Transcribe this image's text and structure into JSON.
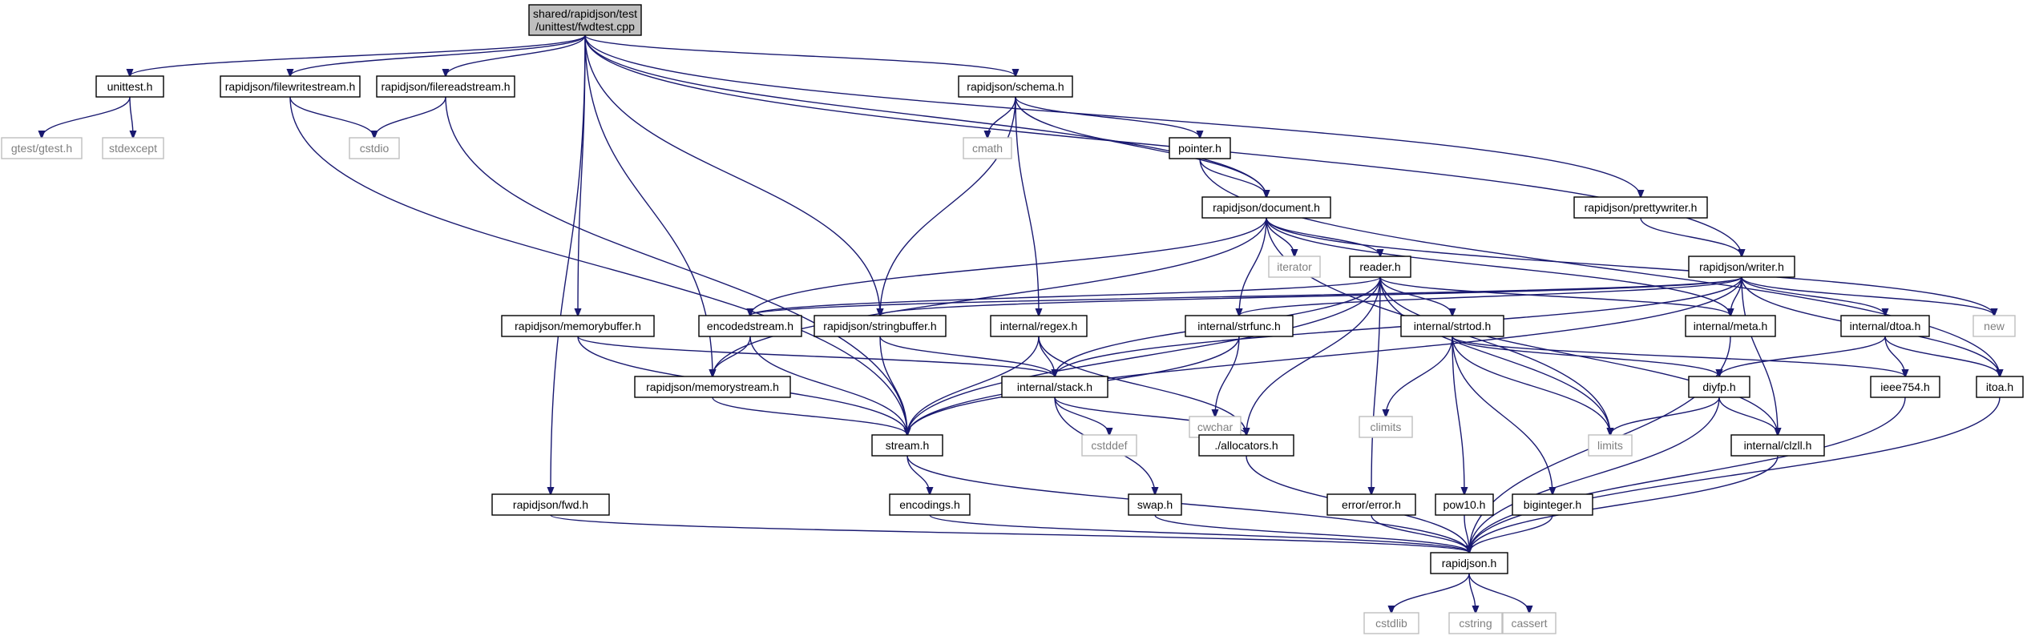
{
  "colors": {
    "edge": "#191970",
    "root_fill": "#bfbfbf",
    "system_stroke": "#bfbfbf",
    "system_text": "#7f7f7f"
  },
  "nodes": {
    "root": [
      "shared/rapidjson/test",
      "/unittest/fwdtest.cpp"
    ],
    "unittest_h": "unittest.h",
    "gtest_h": "gtest/gtest.h",
    "stdexcept": "stdexcept",
    "filewritestream_h": "rapidjson/filewritestream.h",
    "filereadstream_h": "rapidjson/filereadstream.h",
    "cstdio": "cstdio",
    "schema_h": "rapidjson/schema.h",
    "cmath": "cmath",
    "pointer_h": "pointer.h",
    "document_h": "rapidjson/document.h",
    "prettywriter_h": "rapidjson/prettywriter.h",
    "writer_h": "rapidjson/writer.h",
    "iterator": "iterator",
    "reader_h": "reader.h",
    "new": "new",
    "memorybuffer_h": "rapidjson/memorybuffer.h",
    "encodedstream_h": "encodedstream.h",
    "stringbuffer_h": "rapidjson/stringbuffer.h",
    "regex_h": "internal/regex.h",
    "strfunc_h": "internal/strfunc.h",
    "strtod_h": "internal/strtod.h",
    "meta_h": "internal/meta.h",
    "dtoa_h": "internal/dtoa.h",
    "memorystream_h": "rapidjson/memorystream.h",
    "stack_h": "internal/stack.h",
    "cwchar": "cwchar",
    "climits": "climits",
    "diyfp_h": "diyfp.h",
    "ieee754_h": "ieee754.h",
    "itoa_h": "itoa.h",
    "stream_h": "stream.h",
    "cstddef": "cstddef",
    "allocators_h": "./allocators.h",
    "limits": "limits",
    "clzll_h": "internal/clzll.h",
    "encodings_h": "encodings.h",
    "swap_h": "swap.h",
    "error_h": "error/error.h",
    "pow10_h": "pow10.h",
    "biginteger_h": "biginteger.h",
    "fwd_h": "rapidjson/fwd.h",
    "rapidjson_h": "rapidjson.h",
    "cstdlib": "cstdlib",
    "cstring": "cstring",
    "cassert": "cassert"
  }
}
